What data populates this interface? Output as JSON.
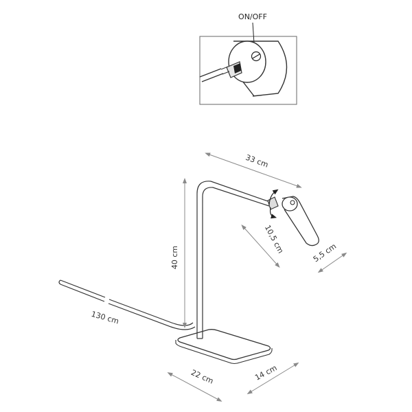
{
  "inset": {
    "label": "ON/OFF"
  },
  "dimensions": {
    "arm_length": "33 cm",
    "height": "40 cm",
    "head_length": "10,5 cm",
    "head_diameter": "5,5 cm",
    "cable_length": "130 cm",
    "base_length": "22 cm",
    "base_width": "14 cm"
  },
  "colors": {
    "line": "#333333",
    "arrow": "#7a7a7a",
    "accent": "#000000"
  }
}
